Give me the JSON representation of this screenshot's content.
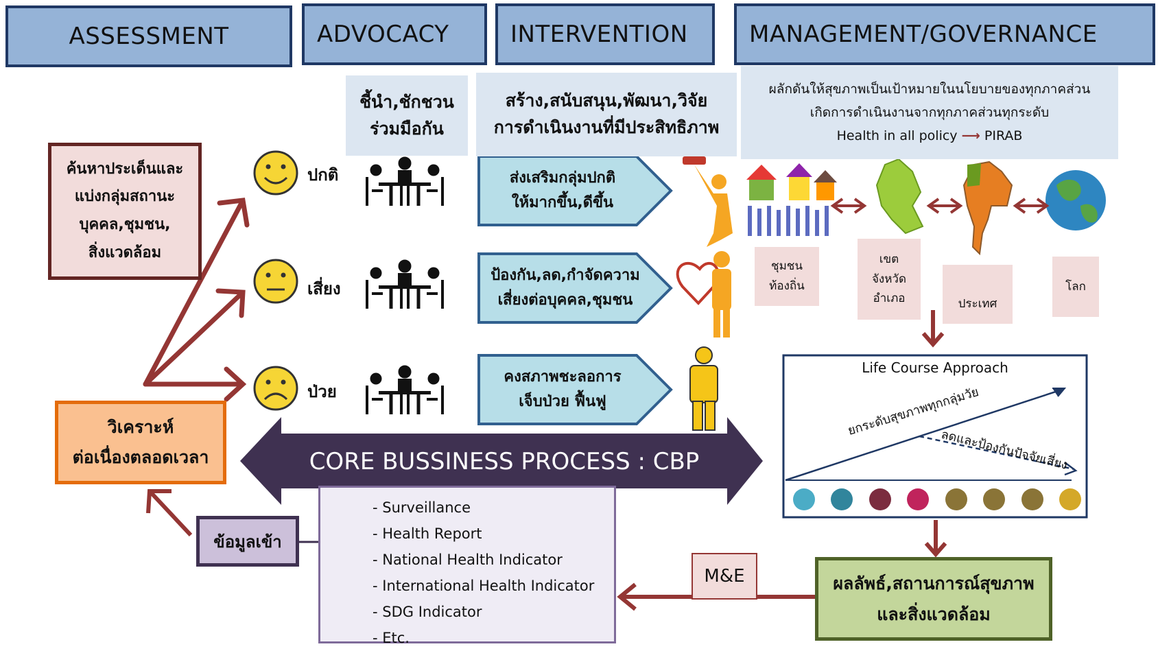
{
  "headers": {
    "assessment": "ASSESSMENT",
    "advocacy": "ADVOCACY",
    "intervention": "INTERVENTION",
    "management": "MANAGEMENT/GOVERNANCE"
  },
  "advocacy_desc": {
    "line1": "ชี้นำ,ชักชวน",
    "line2": "ร่วมมือกัน"
  },
  "intervention_desc": {
    "line1": "สร้าง,สนับสนุน,พัฒนา,วิจัย",
    "line2": "การดำเนินงานที่มีประสิทธิภาพ"
  },
  "management_desc": {
    "line1": "ผลักดันให้สุขภาพเป็นเป้าหมายในนโยบายของทุกภาคส่วน",
    "line2": "เกิดการดำเนินงานจากทุกภาคส่วนทุกระดับ",
    "line3a": "Health in all policy",
    "line3b": "PIRAB"
  },
  "assessment_box": {
    "line1": "ค้นหาประเด็นและ",
    "line2": "แบ่งกลุ่มสถานะ",
    "line3": "บุคคล,ชุมชน,",
    "line4": "สิ่งแวดล้อม"
  },
  "groups": [
    {
      "label": "ปกติ",
      "face": "happy-face-icon",
      "intervention_line1": "ส่งเสริมกลุ่มปกติ",
      "intervention_line2": "ให้มากขึ้น,ดีขึ้น"
    },
    {
      "label": "เสี่ยง",
      "face": "neutral-face-icon",
      "intervention_line1": "ป้องกัน,ลด,กำจัดความ",
      "intervention_line2": "เสี่ยงต่อบุคคล,ชุมชน"
    },
    {
      "label": "ป่วย",
      "face": "sad-face-icon",
      "intervention_line1": "คงสภาพชะลอการ",
      "intervention_line2": "เจ็บป่วย ฟื้นฟู"
    }
  ],
  "levels": {
    "community": {
      "line1": "ชุมชน",
      "line2": "ท้องถิ่น"
    },
    "province": {
      "line1": "เขต",
      "line2": "จังหวัด",
      "line3": "อำเภอ"
    },
    "country": "ประเทศ",
    "world": "โลก"
  },
  "analysis_box": {
    "line1": "วิเคราะห์",
    "line2": "ต่อเนื่องตลอดเวลา"
  },
  "core_process": "CORE BUSSINESS PROCESS : CBP",
  "life_course": {
    "title": "Life Course Approach",
    "upper_label": "ยกระดับสุขภาพทุกกลุ่มวัย",
    "lower_label": "ลดและป้องกันปัจจัยเสี่ยง",
    "icon_colors": [
      "#4bacc6",
      "#31859c",
      "#7b2c3f",
      "#c0245c",
      "#8a7437",
      "#8a7437",
      "#8a7437",
      "#d4a829"
    ]
  },
  "input_box": "ข้อมูลเข้า",
  "data_sources": [
    "- Surveillance",
    "- Health Report",
    "- National Health Indicator",
    "- International Health Indicator",
    "- SDG Indicator",
    "- Etc."
  ],
  "me_label": "M&E",
  "outcome_box": {
    "line1": "ผลลัพธ์,สถานการณ์สุขภาพ",
    "line2": "และสิ่งแวดล้อม"
  },
  "colors": {
    "header_fill": "#95b3d7",
    "header_border": "#1f3864",
    "arrow_red": "#943634",
    "core_arrow": "#3f3151",
    "chevron_fill": "#b7dee8",
    "chevron_border": "#31608f",
    "analysis_fill": "#fac090",
    "analysis_border": "#e46c0a",
    "input_fill": "#ccc0da",
    "input_border": "#3f3151",
    "outcome_fill": "#c3d69b",
    "outcome_border": "#4f6228"
  }
}
